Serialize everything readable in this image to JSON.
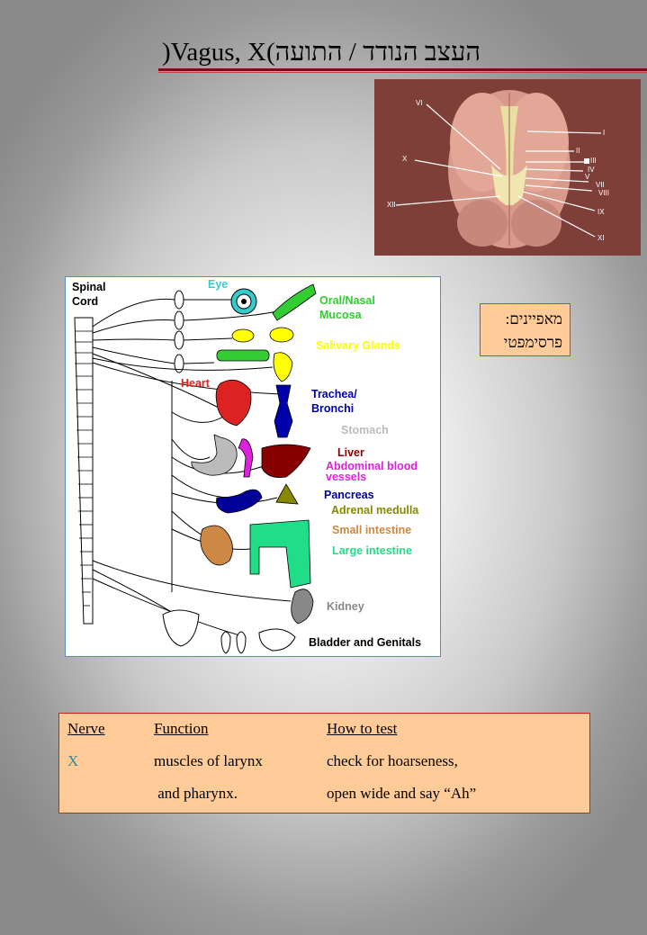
{
  "title": ")Vagus, X(העצב הנודד / התועה",
  "brain_image": {
    "labels": [
      "VI",
      "I",
      "II",
      "X",
      "III",
      "IV",
      "V",
      "VII",
      "VIII",
      "XII",
      "IX",
      "XI"
    ]
  },
  "diagram": {
    "labels": {
      "spinal_cord": "Spinal\nCord",
      "eye": "Eye",
      "oral_nasal": "Oral/Nasal\nMucosa",
      "salivary": "Salivary Glands",
      "heart": "Heart",
      "trachea": "Trachea/\nBronchi",
      "stomach": "Stomach",
      "liver": "Liver",
      "abdominal": "Abdominal blood\nvessels",
      "pancreas": "Pancreas",
      "adrenal": "Adrenal medulla",
      "small_int": "Small intestine",
      "large_int": "Large intestine",
      "kidney": "Kidney",
      "bladder": "Bladder and Genitals"
    },
    "colors": {
      "eye": "#33cccc",
      "oral_nasal": "#33cc33",
      "salivary": "#ffff00",
      "heart": "#dd2222",
      "trachea": "#0000aa",
      "stomach": "#bbbbbb",
      "liver": "#880000",
      "abdominal": "#dd22dd",
      "pancreas": "#000099",
      "adrenal": "#888800",
      "small_int": "#cc8844",
      "large_int": "#22dd88",
      "kidney": "#888888",
      "bladder": "#000000"
    }
  },
  "characteristics": {
    "line1": "מאפיינים:",
    "line2": "פרסימפטי"
  },
  "nerve_table": {
    "headers": {
      "nerve": "Nerve",
      "function": "Function",
      "how": "How to test"
    },
    "nerve": "X",
    "nerve_color": "#338899",
    "function_lines": [
      "muscles of larynx",
      " and pharynx."
    ],
    "how_lines": [
      "check for hoarseness,",
      "open wide and say “Ah”"
    ]
  }
}
